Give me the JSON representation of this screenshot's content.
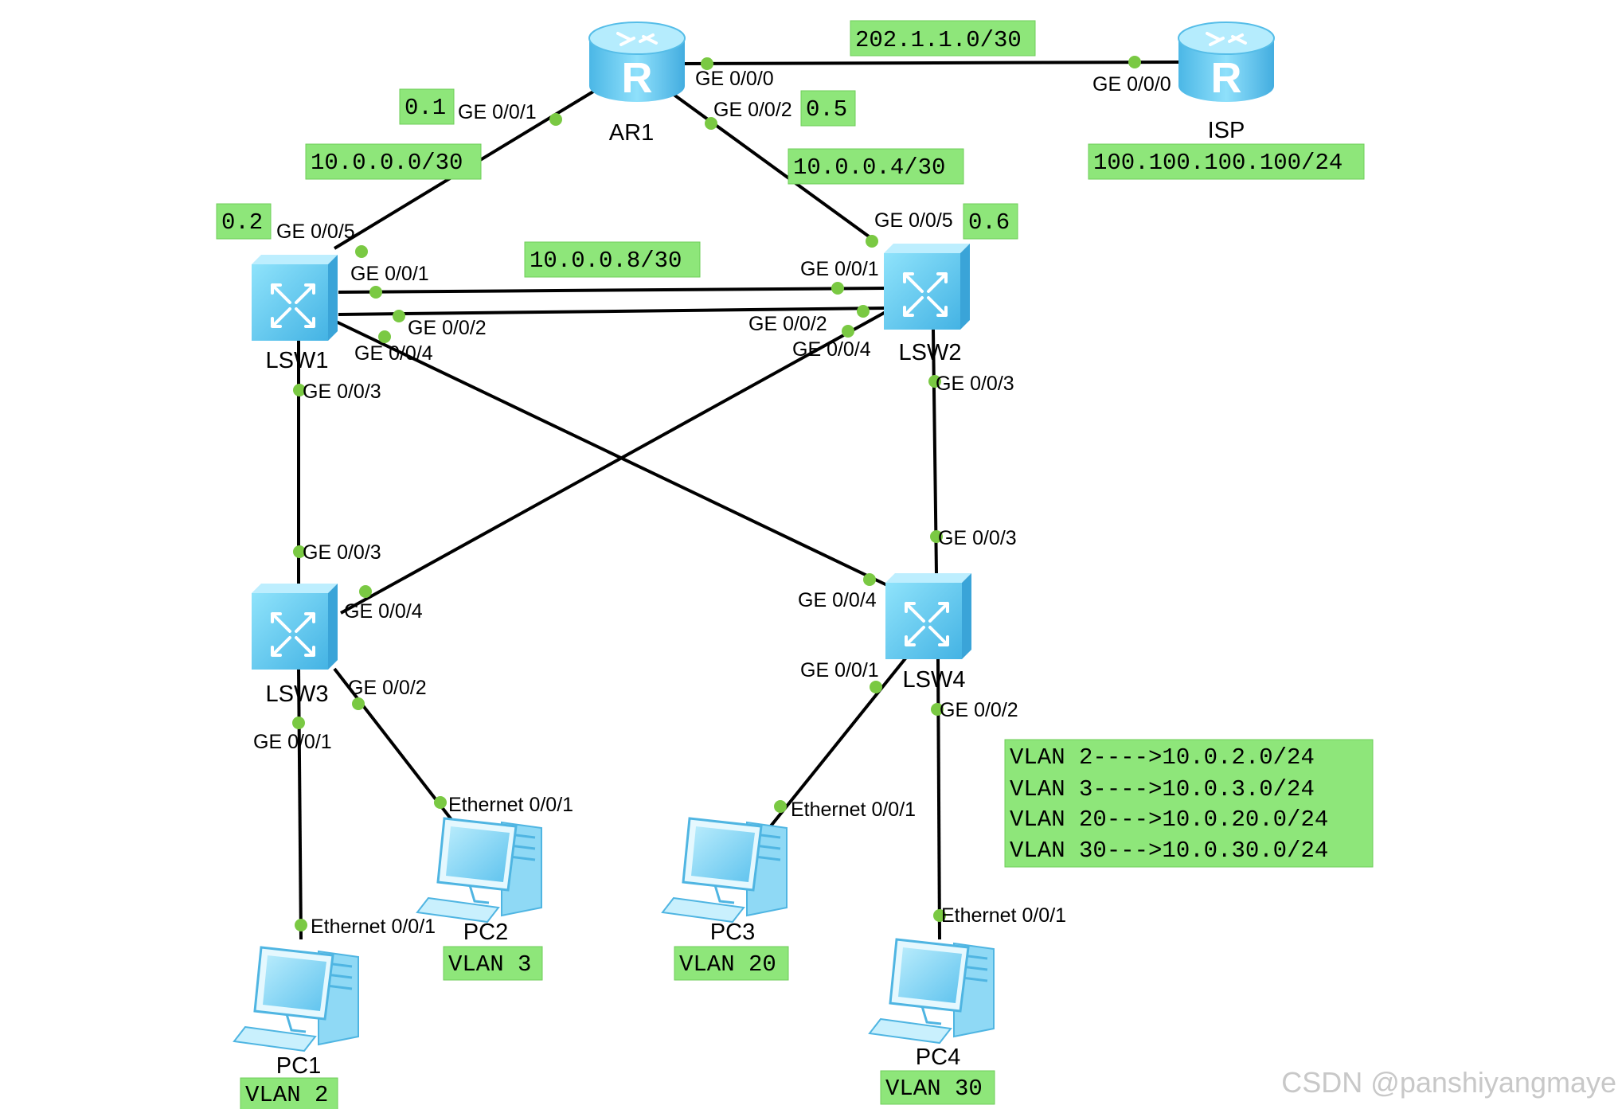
{
  "devices": {
    "ar1": "AR1",
    "isp": "ISP",
    "lsw1": "LSW1",
    "lsw2": "LSW2",
    "lsw3": "LSW3",
    "lsw4": "LSW4",
    "pc1": "PC1",
    "pc2": "PC2",
    "pc3": "PC3",
    "pc4": "PC4"
  },
  "ports": {
    "ar1_ge000": "GE 0/0/0",
    "isp_ge000": "GE 0/0/0",
    "ar1_ge001": "GE 0/0/1",
    "ar1_ge002": "GE 0/0/2",
    "lsw1_ge005": "GE 0/0/5",
    "lsw1_ge001": "GE 0/0/1",
    "lsw1_ge002": "GE 0/0/2",
    "lsw1_ge004": "GE 0/0/4",
    "lsw1_ge003": "GE 0/0/3",
    "lsw2_ge005": "GE 0/0/5",
    "lsw2_ge001": "GE 0/0/1",
    "lsw2_ge002": "GE 0/0/2",
    "lsw2_ge004": "GE 0/0/4",
    "lsw2_ge003": "GE 0/0/3",
    "lsw3_ge003": "GE 0/0/3",
    "lsw3_ge004": "GE 0/0/4",
    "lsw3_ge002": "GE 0/0/2",
    "lsw3_ge001": "GE 0/0/1",
    "lsw4_ge003": "GE 0/0/3",
    "lsw4_ge004": "GE 0/0/4",
    "lsw4_ge001": "GE 0/0/1",
    "lsw4_ge002": "GE 0/0/2",
    "pc1_eth": "Ethernet 0/0/1",
    "pc2_eth": "Ethernet 0/0/1",
    "pc3_eth": "Ethernet 0/0/1",
    "pc4_eth": "Ethernet 0/0/1"
  },
  "networks": {
    "ar1_isp": "202.1.1.0/30",
    "isp_addr": "100.100.100.100/24",
    "ar1_lsw1": "10.0.0.0/30",
    "ar1_lsw2": "10.0.0.4/30",
    "lsw1_lsw2": "10.0.0.8/30",
    "ar1_ip1": "0.1",
    "ar1_ip5": "0.5",
    "lsw1_ip2": "0.2",
    "lsw2_ip6": "0.6"
  },
  "vlans": {
    "pc1": "VLAN 2",
    "pc2": "VLAN 3",
    "pc3": "VLAN 20",
    "pc4": "VLAN 30"
  },
  "vlan_table": [
    "VLAN 2---->10.0.2.0/24",
    "VLAN 3---->10.0.3.0/24",
    "VLAN 20--->10.0.20.0/24",
    "VLAN 30--->10.0.30.0/24"
  ],
  "watermark": "CSDN @panshiyangmaye",
  "colors": {
    "label_bg": "#8ee67a",
    "port_dot": "#7ac943",
    "device_blue": "#5cc6ee",
    "link": "#000000"
  }
}
